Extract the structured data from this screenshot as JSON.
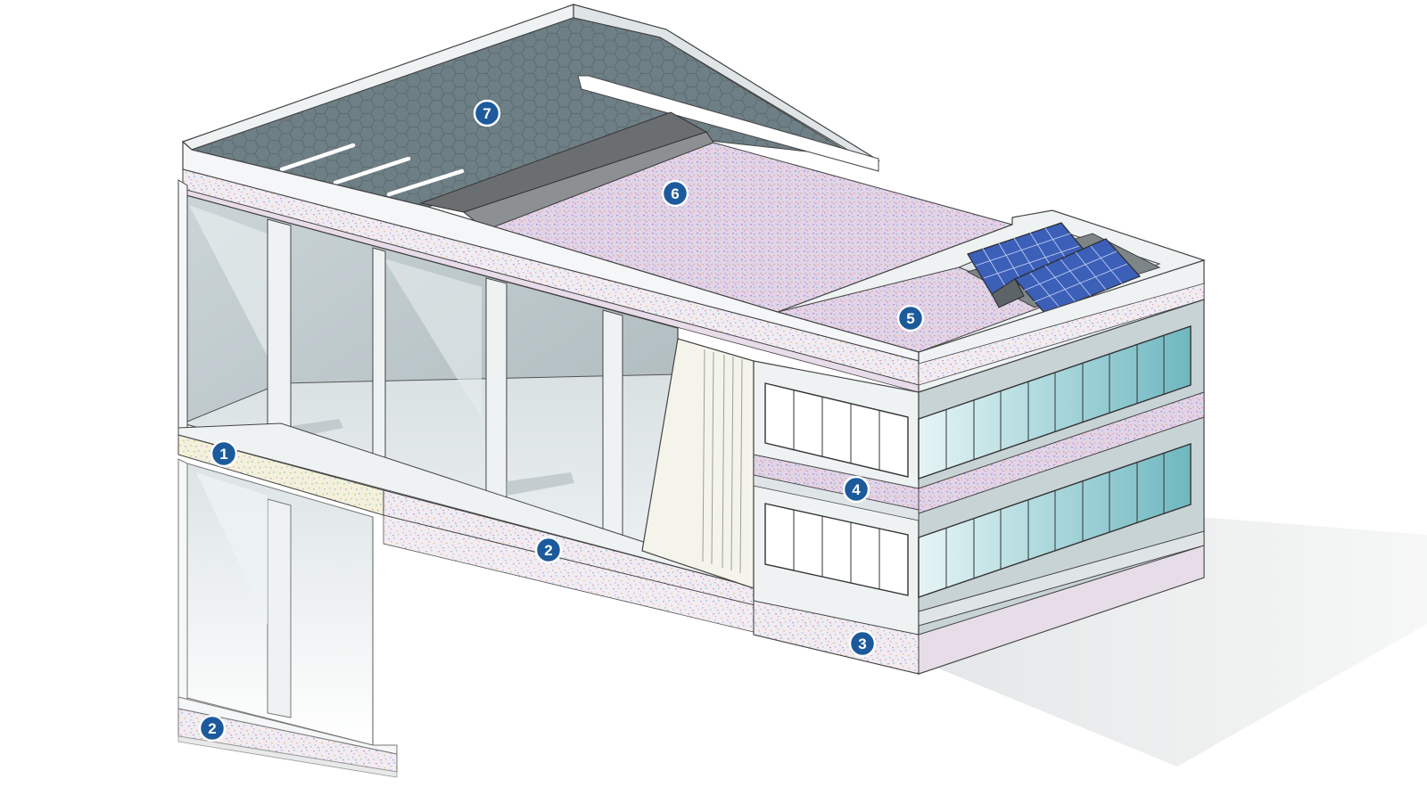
{
  "colors": {
    "marker_fill": "#1c5a9c",
    "marker_stroke": "#ffffff",
    "roof_membrane": "#6f7f86",
    "insulation_speckle": "#e9dfec",
    "glass": "#8fcad1",
    "solar_panel": "#3c5fb8",
    "wall_shade": "#a9b6ba",
    "wall_light": "#eef2f3"
  },
  "markers": [
    {
      "id": "m1",
      "label": "1"
    },
    {
      "id": "m2a",
      "label": "2"
    },
    {
      "id": "m2b",
      "label": "2"
    },
    {
      "id": "m3",
      "label": "3"
    },
    {
      "id": "m4",
      "label": "4"
    },
    {
      "id": "m5",
      "label": "5"
    },
    {
      "id": "m6",
      "label": "6"
    },
    {
      "id": "m7",
      "label": "7"
    }
  ],
  "icons": [
    "solar-panel-icon"
  ]
}
